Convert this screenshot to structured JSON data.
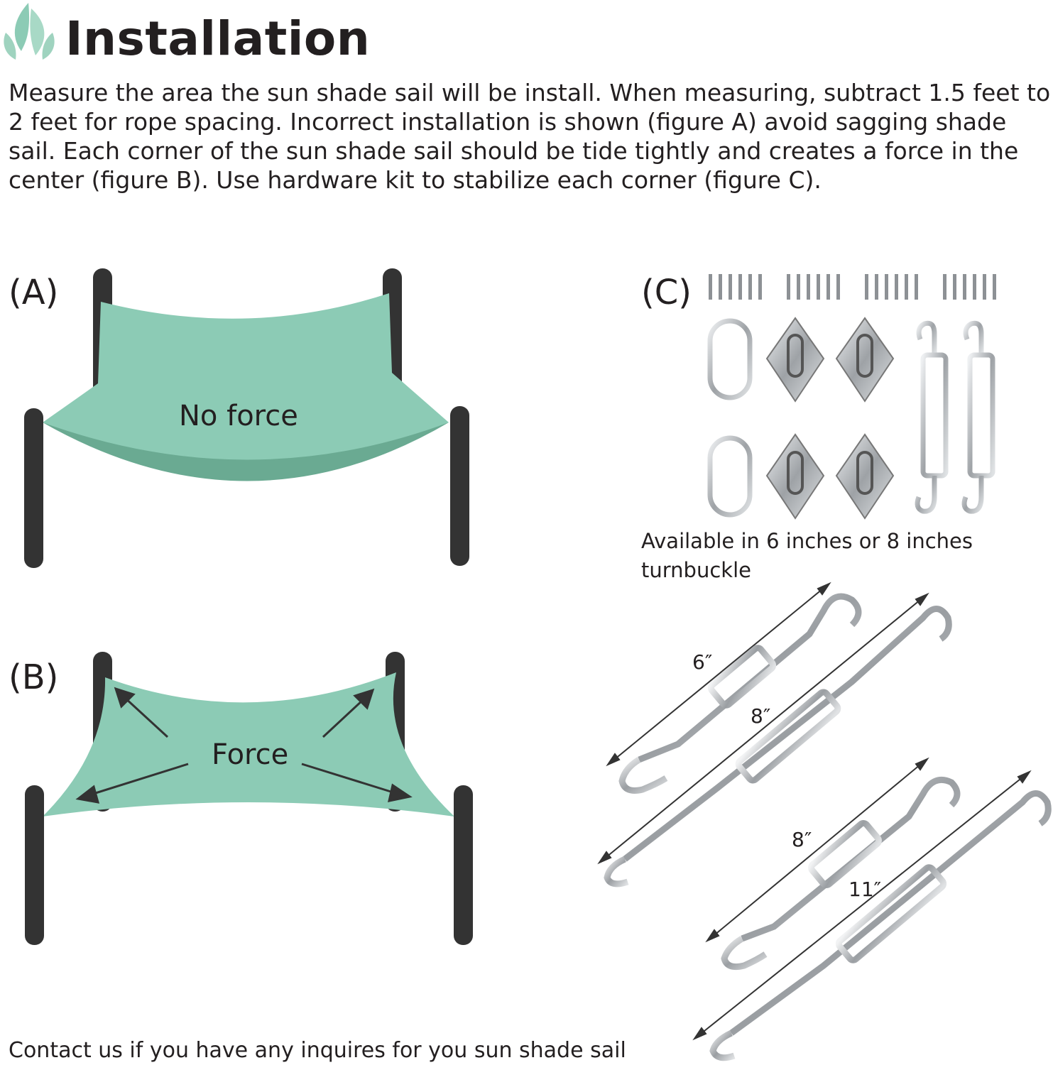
{
  "header": {
    "title": "Installation",
    "logo_icon": "leaf-icon"
  },
  "intro": "Measure the area the sun shade sail will be install. When measuring, subtract 1.5 feet to 2 feet for rope spacing. Incorrect installation is shown (figure A) avoid sagging shade sail. Each corner of the sun shade sail should be tide tightly and creates a force in the center (figure B).  Use hardware kit to stabilize each corner (figure C).",
  "figures": {
    "a": {
      "label": "(A)",
      "text": "No force"
    },
    "b": {
      "label": "(B)",
      "text": "Force"
    },
    "c": {
      "label": "(C)",
      "availability": "Available in 6 inches or 8 inches turnbuckle",
      "dimensions": [
        "6″",
        "8″",
        "8″",
        "11″"
      ]
    }
  },
  "footer": "Contact us if you have any inquires for you sun shade sail",
  "colors": {
    "sail": "#8ccbb5",
    "sail_shadow": "#6aaa92",
    "post": "#333333",
    "steel": "#b9bcbf"
  }
}
